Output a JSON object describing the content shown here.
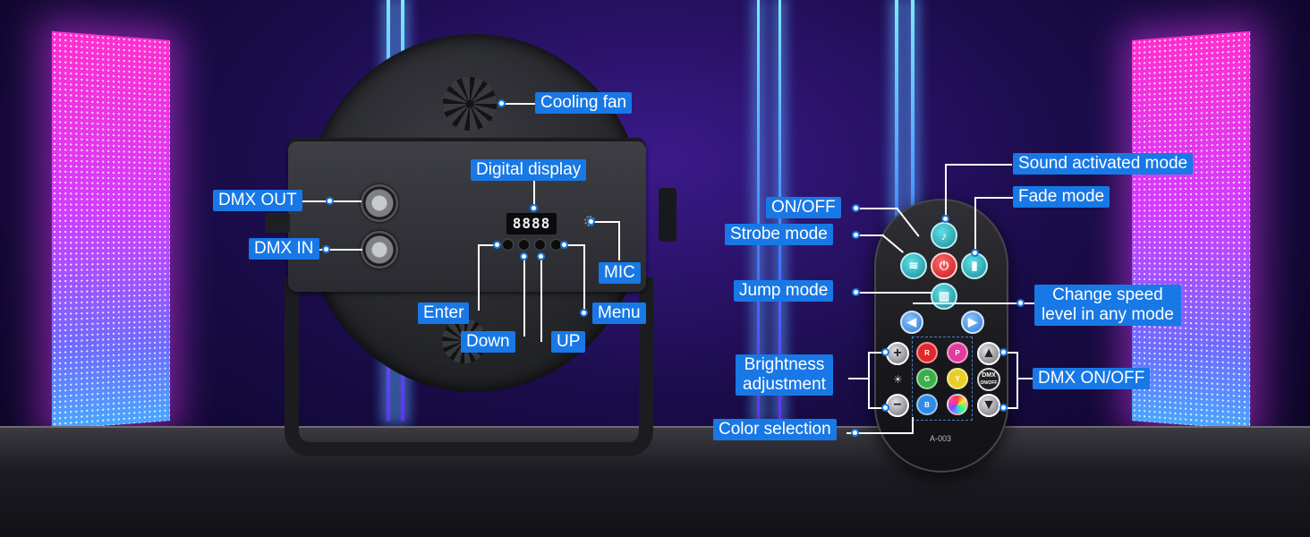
{
  "device": {
    "display_text": "8888"
  },
  "labels": {
    "cooling_fan": "Cooling fan",
    "digital_display": "Digital display",
    "dmx_out": "DMX OUT",
    "dmx_in": "DMX IN",
    "mic": "MIC",
    "enter": "Enter",
    "menu": "Menu",
    "down": "Down",
    "up": "UP",
    "sound_activated_mode": "Sound activated mode",
    "fade_mode": "Fade mode",
    "on_off": "ON/OFF",
    "strobe_mode": "Strobe mode",
    "jump_mode": "Jump mode",
    "change_speed_1": "Change speed",
    "change_speed_2": "level in any mode",
    "brightness_1": "Brightness",
    "brightness_2": "adjustment",
    "dmx_on_off": "DMX ON/OFF",
    "color_selection": "Color selection"
  },
  "remote": {
    "model": "A-003",
    "plus": "+",
    "minus": "−",
    "dmx_btn_line1": "DMX",
    "dmx_btn_line2": "ON/OFF",
    "color_keys": [
      "R",
      "P",
      "G",
      "Y",
      "B"
    ]
  },
  "colors": {
    "label_bg": "#1878e6",
    "panel_pink": "#ff2fd0",
    "panel_blue": "#4aa6ff"
  }
}
